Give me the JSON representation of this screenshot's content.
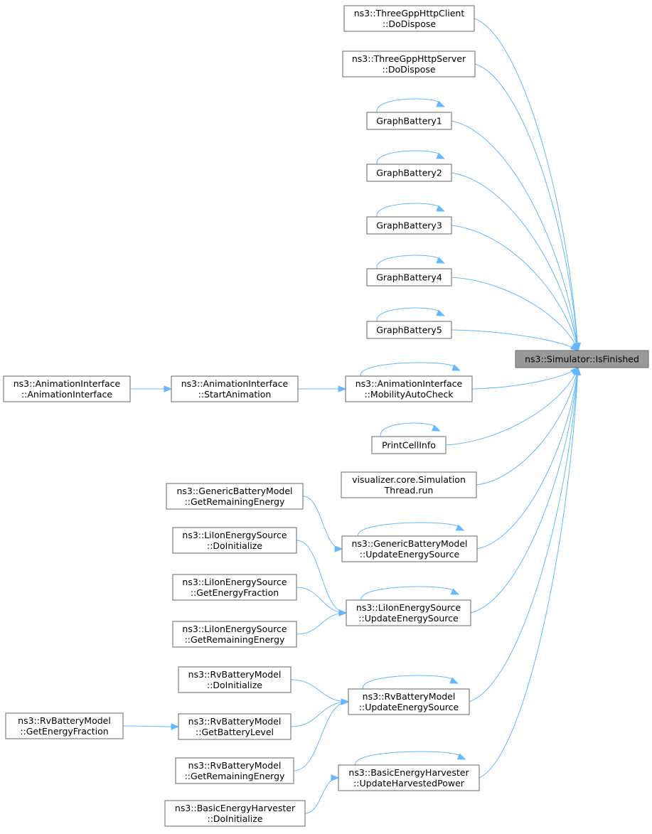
{
  "colors": {
    "edge": "#63b8ff",
    "focus_fill": "#999999",
    "node_border": "#666666"
  },
  "nodes": {
    "isfinished": {
      "lines": [
        "ns3::Simulator::IsFinished"
      ],
      "focus": true
    },
    "httpclient": {
      "lines": [
        "ns3::ThreeGppHttpClient",
        "::DoDispose"
      ]
    },
    "httpserver": {
      "lines": [
        "ns3::ThreeGppHttpServer",
        "::DoDispose"
      ]
    },
    "gb1": {
      "lines": [
        "GraphBattery1"
      ]
    },
    "gb2": {
      "lines": [
        "GraphBattery2"
      ]
    },
    "gb3": {
      "lines": [
        "GraphBattery3"
      ]
    },
    "gb4": {
      "lines": [
        "GraphBattery4"
      ]
    },
    "gb5": {
      "lines": [
        "GraphBattery5"
      ]
    },
    "animctor": {
      "lines": [
        "ns3::AnimationInterface",
        "::AnimationInterface"
      ]
    },
    "startanim": {
      "lines": [
        "ns3::AnimationInterface",
        "::StartAnimation"
      ]
    },
    "mobility": {
      "lines": [
        "ns3::AnimationInterface",
        "::MobilityAutoCheck"
      ]
    },
    "printcell": {
      "lines": [
        "PrintCellInfo"
      ]
    },
    "simthread": {
      "lines": [
        "visualizer.core.Simulation",
        "Thread.run"
      ]
    },
    "gbm_getrem": {
      "lines": [
        "ns3::GenericBatteryModel",
        "::GetRemainingEnergy"
      ]
    },
    "gbm_update": {
      "lines": [
        "ns3::GenericBatteryModel",
        "::UpdateEnergySource"
      ]
    },
    "liion_init": {
      "lines": [
        "ns3::LiIonEnergySource",
        "::DoInitialize"
      ]
    },
    "liion_frac": {
      "lines": [
        "ns3::LiIonEnergySource",
        "::GetEnergyFraction"
      ]
    },
    "liion_update": {
      "lines": [
        "ns3::LiIonEnergySource",
        "::UpdateEnergySource"
      ]
    },
    "liion_rem": {
      "lines": [
        "ns3::LiIonEnergySource",
        "::GetRemainingEnergy"
      ]
    },
    "rv_init": {
      "lines": [
        "ns3::RvBatteryModel",
        "::DoInitialize"
      ]
    },
    "rv_update": {
      "lines": [
        "ns3::RvBatteryModel",
        "::UpdateEnergySource"
      ]
    },
    "rv_frac": {
      "lines": [
        "ns3::RvBatteryModel",
        "::GetEnergyFraction"
      ]
    },
    "rv_level": {
      "lines": [
        "ns3::RvBatteryModel",
        "::GetBatteryLevel"
      ]
    },
    "rv_rem": {
      "lines": [
        "ns3::RvBatteryModel",
        "::GetRemainingEnergy"
      ]
    },
    "beh_update": {
      "lines": [
        "ns3::BasicEnergyHarvester",
        "::UpdateHarvestedPower"
      ]
    },
    "beh_init": {
      "lines": [
        "ns3::BasicEnergyHarvester",
        "::DoInitialize"
      ]
    }
  },
  "edges": [
    [
      "httpclient",
      "isfinished"
    ],
    [
      "httpserver",
      "isfinished"
    ],
    [
      "gb1",
      "isfinished"
    ],
    [
      "gb1",
      "gb1"
    ],
    [
      "gb2",
      "isfinished"
    ],
    [
      "gb2",
      "gb2"
    ],
    [
      "gb3",
      "isfinished"
    ],
    [
      "gb3",
      "gb3"
    ],
    [
      "gb4",
      "isfinished"
    ],
    [
      "gb4",
      "gb4"
    ],
    [
      "gb5",
      "isfinished"
    ],
    [
      "gb5",
      "gb5"
    ],
    [
      "mobility",
      "isfinished"
    ],
    [
      "mobility",
      "mobility"
    ],
    [
      "startanim",
      "mobility"
    ],
    [
      "animctor",
      "startanim"
    ],
    [
      "printcell",
      "isfinished"
    ],
    [
      "printcell",
      "printcell"
    ],
    [
      "simthread",
      "isfinished"
    ],
    [
      "gbm_update",
      "isfinished"
    ],
    [
      "gbm_update",
      "gbm_update"
    ],
    [
      "gbm_getrem",
      "gbm_update"
    ],
    [
      "liion_update",
      "isfinished"
    ],
    [
      "liion_update",
      "liion_update"
    ],
    [
      "liion_init",
      "liion_update"
    ],
    [
      "liion_frac",
      "liion_update"
    ],
    [
      "liion_rem",
      "liion_update"
    ],
    [
      "rv_update",
      "isfinished"
    ],
    [
      "rv_update",
      "rv_update"
    ],
    [
      "rv_init",
      "rv_update"
    ],
    [
      "rv_level",
      "rv_update"
    ],
    [
      "rv_rem",
      "rv_update"
    ],
    [
      "rv_frac",
      "rv_level"
    ],
    [
      "beh_update",
      "isfinished"
    ],
    [
      "beh_update",
      "beh_update"
    ],
    [
      "beh_init",
      "beh_update"
    ]
  ]
}
